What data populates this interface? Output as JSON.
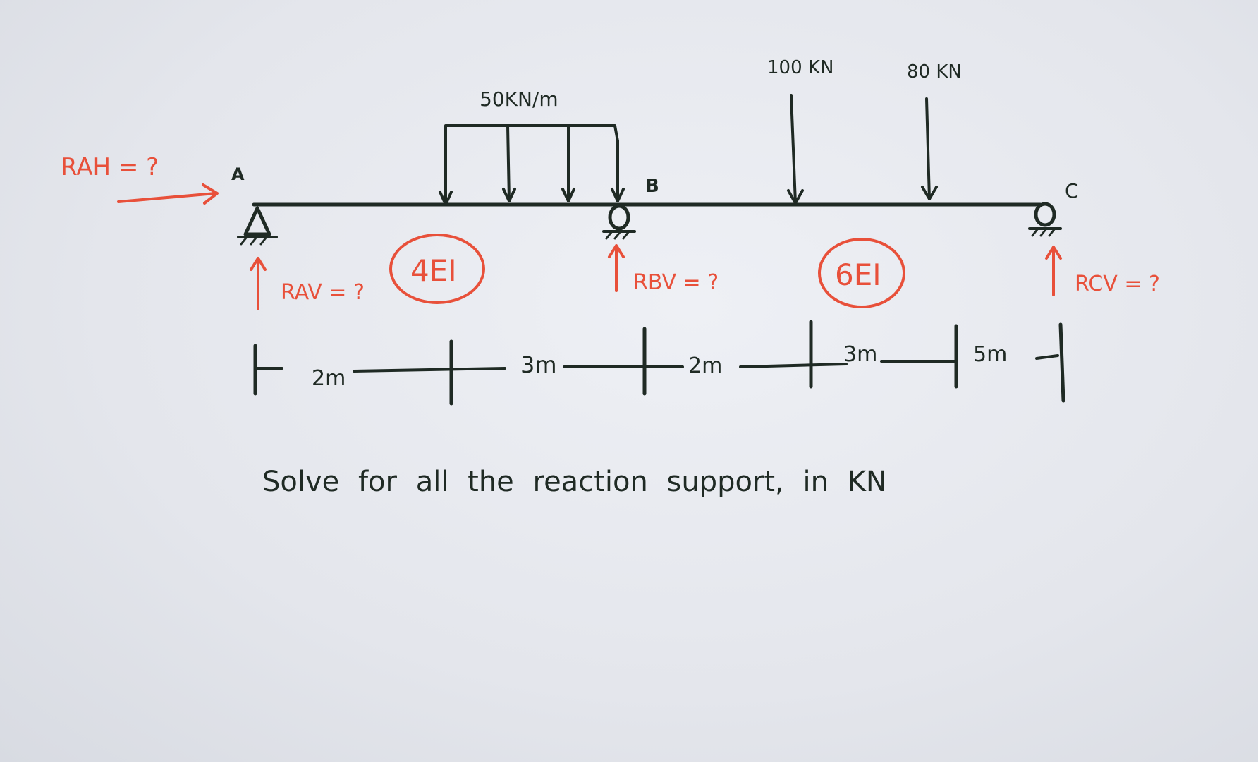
{
  "colors": {
    "ink": "#1f2a24",
    "red": "#e8503a",
    "paper": "#e8eaef"
  },
  "nodes": {
    "a": "A",
    "b": "B",
    "c": "C"
  },
  "loads": {
    "distributed": "50KN/m",
    "point1": "100 KN",
    "point2": "80 KN"
  },
  "reactions": {
    "rah": "RAH = ?",
    "rav": "RAV = ?",
    "rbv": "RBV = ?",
    "rcv": "RCV = ?"
  },
  "stiffness": {
    "span_ab": "4EI",
    "span_bc": "6EI"
  },
  "dimensions": [
    "2m",
    "3m",
    "2m",
    "3m",
    "5m"
  ],
  "instruction": "Solve for all the reaction support, in KN"
}
